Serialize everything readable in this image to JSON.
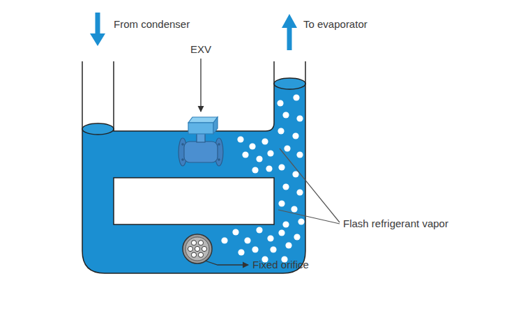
{
  "diagram": {
    "labels": [
      "From condenser",
      "To evaporator",
      "EXV",
      "Flash refrigerant vapor",
      "Fixed orifice"
    ]
  }
}
